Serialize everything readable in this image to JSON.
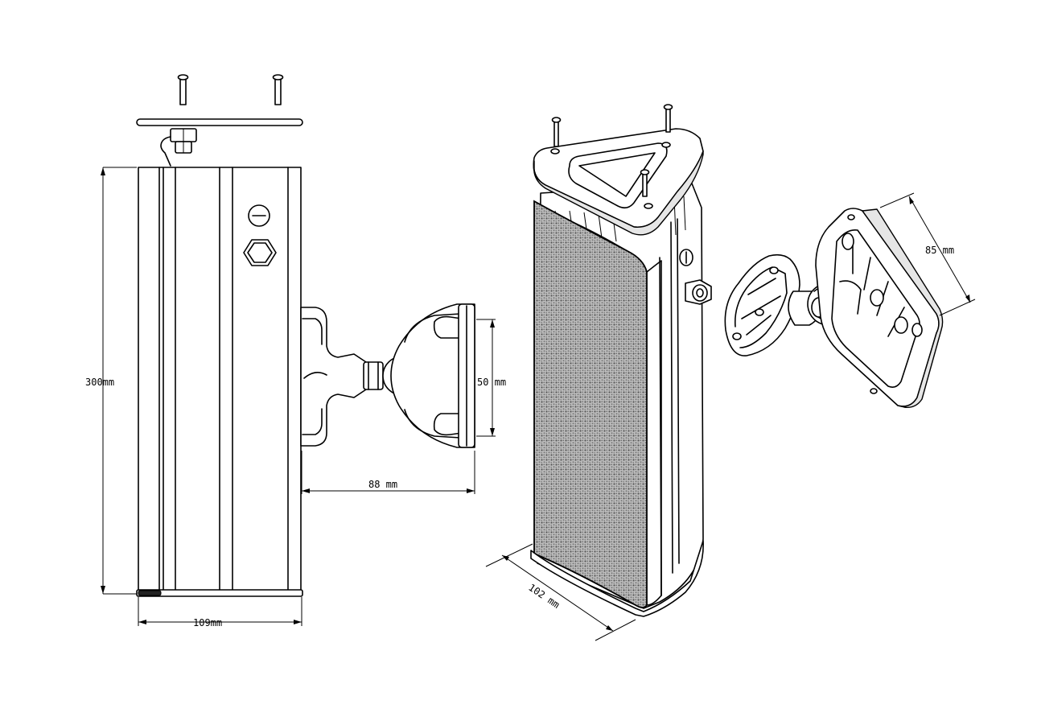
{
  "dimensions": {
    "height": "300mm",
    "width": "109mm",
    "bracket_offset": "88 mm",
    "bracket_height": "50 mm",
    "depth": "102 mm",
    "mount_plate": "85 mm"
  },
  "colors": {
    "ink": "#000000",
    "background": "#ffffff",
    "grille": "#9a9a9a"
  }
}
